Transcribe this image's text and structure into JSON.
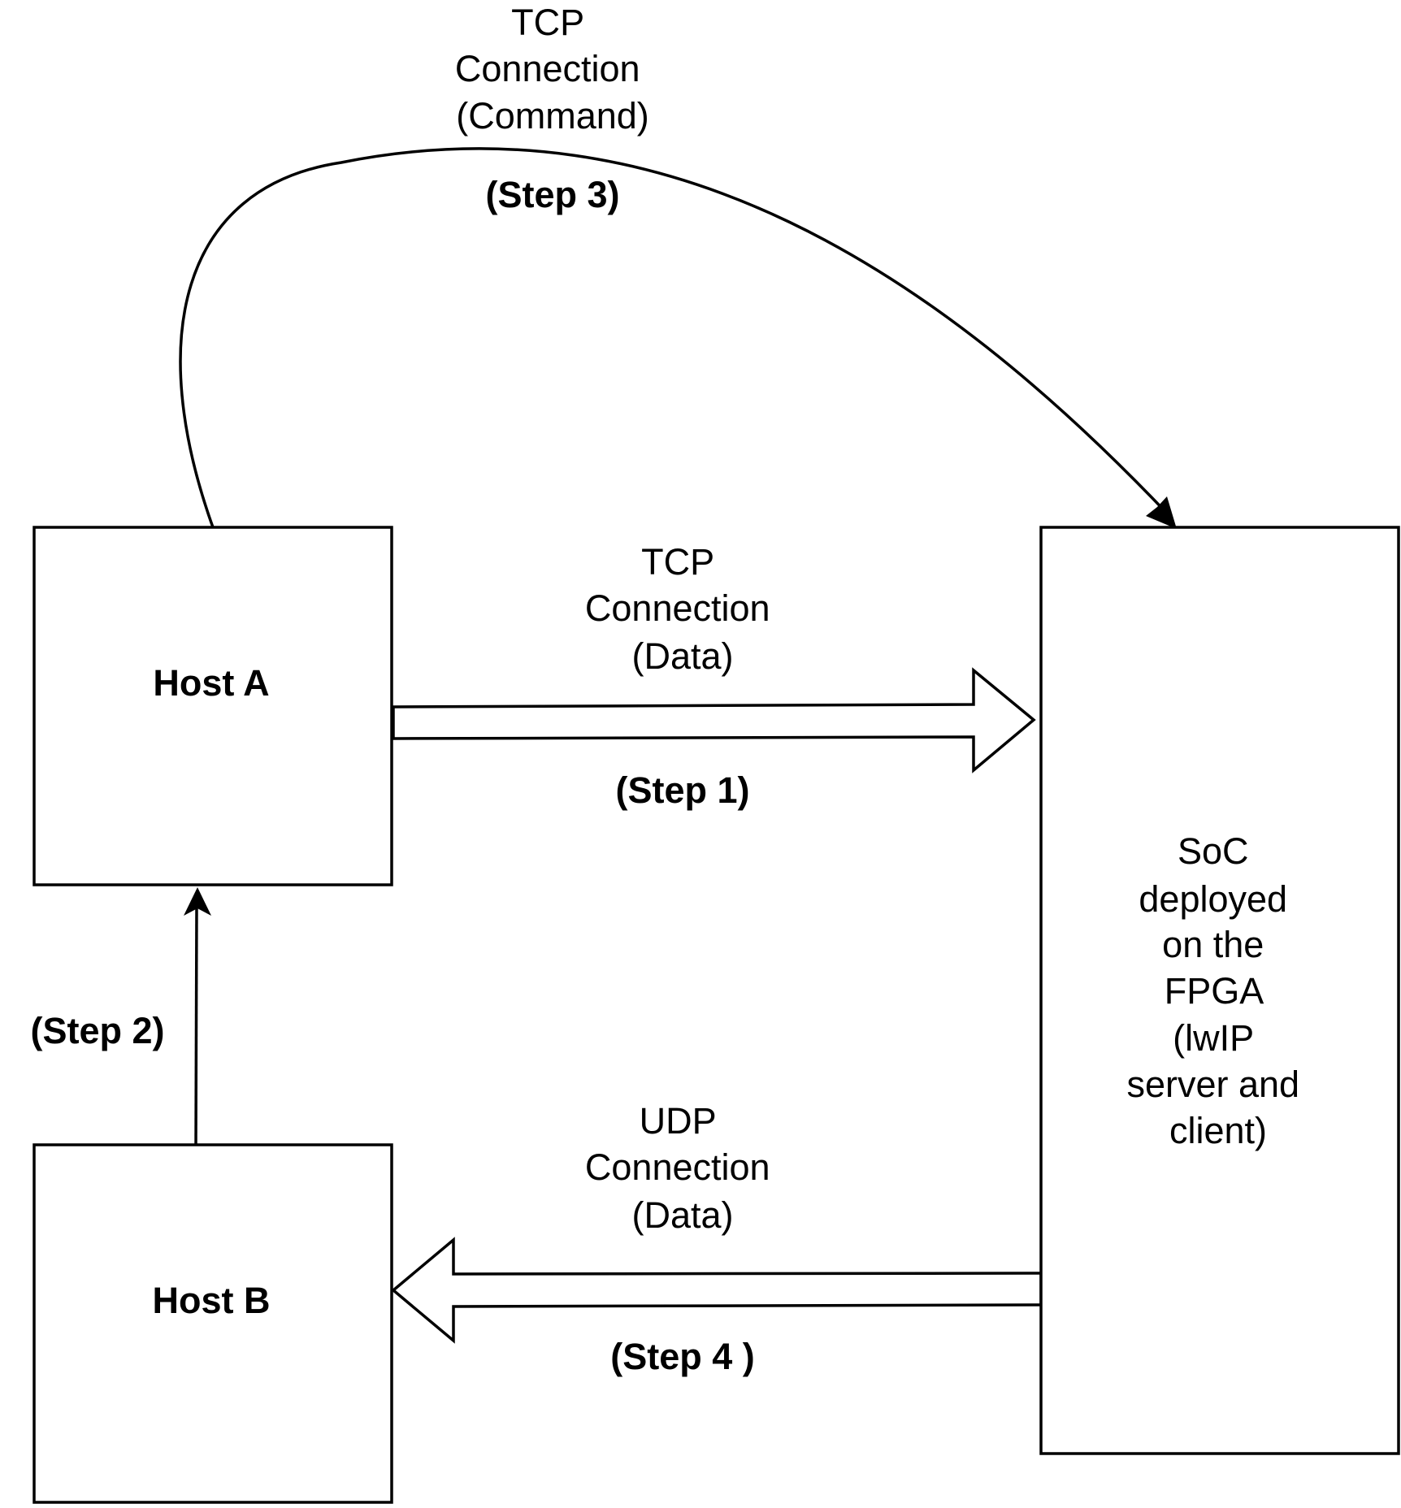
{
  "nodes": {
    "host_a": {
      "label": "Host A"
    },
    "host_b": {
      "label": "Host B"
    },
    "soc": {
      "label_lines": [
        "SoC",
        "deployed",
        "on the",
        "FPGA",
        "(lwIP",
        "server and",
        "client)"
      ]
    }
  },
  "edges": {
    "tcp_command": {
      "label_lines": [
        "TCP",
        "Connection",
        "(Command)"
      ],
      "step": "(Step 3)"
    },
    "tcp_data": {
      "label_lines": [
        "TCP",
        "Connection",
        "(Data)"
      ],
      "step": "(Step 1)"
    },
    "host_b_to_a": {
      "step": "(Step 2)"
    },
    "udp_data": {
      "label_lines": [
        "UDP",
        "Connection",
        "(Data)"
      ],
      "step": "(Step 4 )"
    }
  }
}
